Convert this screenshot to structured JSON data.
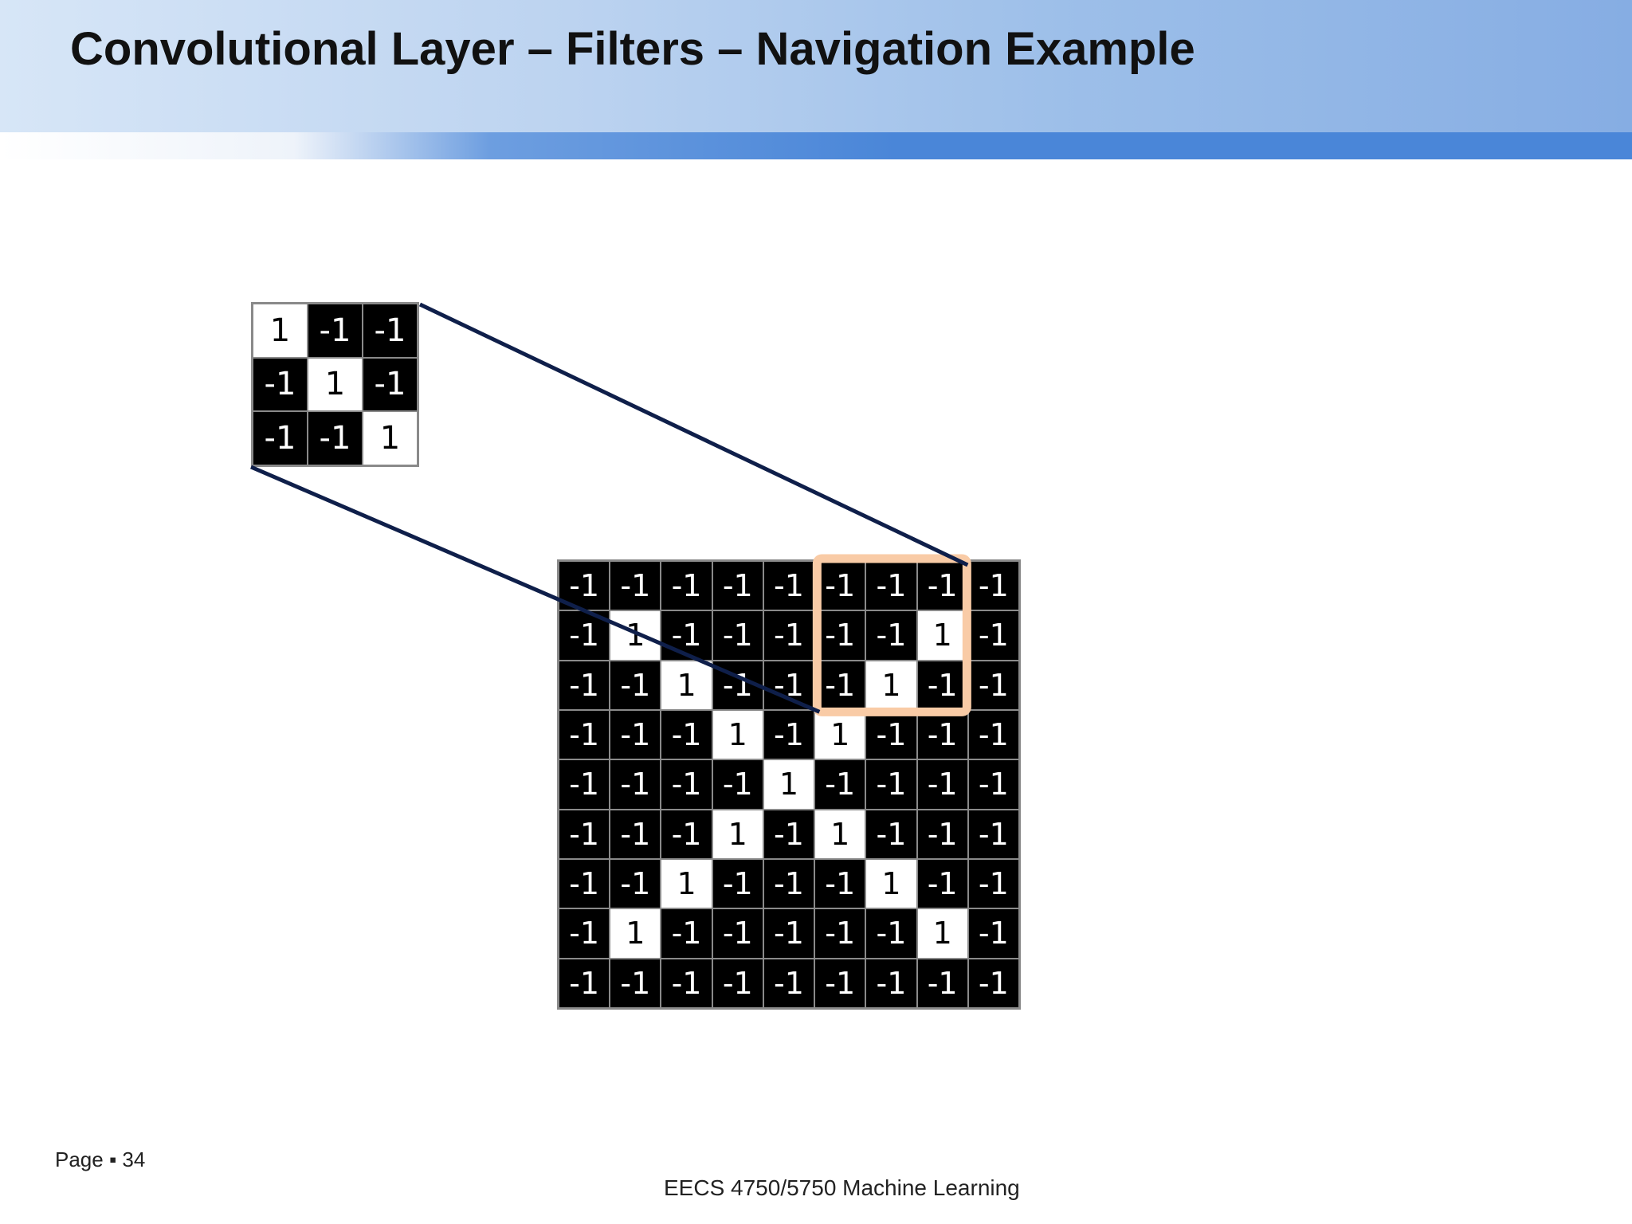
{
  "slide": {
    "title": "Convolutional Layer – Filters – Navigation Example"
  },
  "filter": {
    "rows": [
      [
        "1",
        "-1",
        "-1"
      ],
      [
        "-1",
        "1",
        "-1"
      ],
      [
        "-1",
        "-1",
        "1"
      ]
    ]
  },
  "image": {
    "rows": [
      [
        "-1",
        "-1",
        "-1",
        "-1",
        "-1",
        "-1",
        "-1",
        "-1",
        "-1"
      ],
      [
        "-1",
        "1",
        "-1",
        "-1",
        "-1",
        "-1",
        "-1",
        "1",
        "-1"
      ],
      [
        "-1",
        "-1",
        "1",
        "-1",
        "-1",
        "-1",
        "1",
        "-1",
        "-1"
      ],
      [
        "-1",
        "-1",
        "-1",
        "1",
        "-1",
        "1",
        "-1",
        "-1",
        "-1"
      ],
      [
        "-1",
        "-1",
        "-1",
        "-1",
        "1",
        "-1",
        "-1",
        "-1",
        "-1"
      ],
      [
        "-1",
        "-1",
        "-1",
        "1",
        "-1",
        "1",
        "-1",
        "-1",
        "-1"
      ],
      [
        "-1",
        "-1",
        "1",
        "-1",
        "-1",
        "-1",
        "1",
        "-1",
        "-1"
      ],
      [
        "-1",
        "1",
        "-1",
        "-1",
        "-1",
        "-1",
        "-1",
        "1",
        "-1"
      ],
      [
        "-1",
        "-1",
        "-1",
        "-1",
        "-1",
        "-1",
        "-1",
        "-1",
        "-1"
      ]
    ],
    "highlight_window": {
      "row": 0,
      "col": 5,
      "size": 3
    }
  },
  "colors": {
    "positive_cell": "#ffffff",
    "negative_cell": "#000000",
    "highlight": "#f9cba6",
    "connector": "#0f1f4a"
  },
  "footer": {
    "page": "Page ▪ 34",
    "course": "EECS 4750/5750 Machine Learning"
  }
}
